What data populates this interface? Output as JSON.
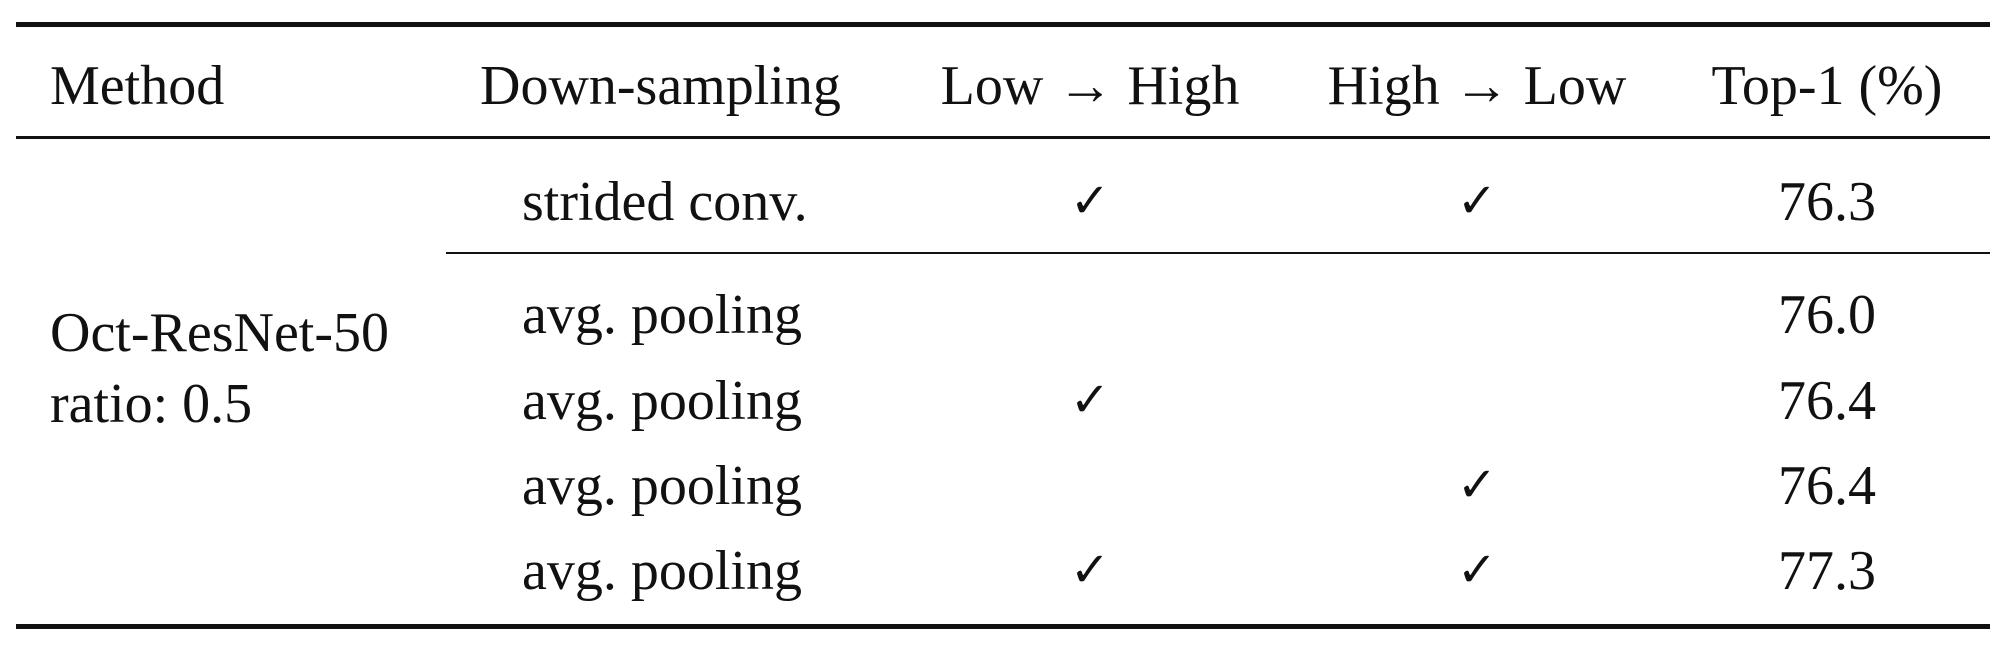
{
  "table": {
    "headers": [
      "Method",
      "Down-sampling",
      "Low → High",
      "High → Low",
      "Top-1 (%)"
    ],
    "method": {
      "line1": "Oct-ResNet-50",
      "line2": "ratio: 0.5"
    },
    "rows": [
      {
        "downsampling": "strided conv.",
        "low_to_high": "✓",
        "high_to_low": "✓",
        "top1": "76.3"
      },
      {
        "downsampling": "avg. pooling",
        "low_to_high": "",
        "high_to_low": "",
        "top1": "76.0"
      },
      {
        "downsampling": "avg. pooling",
        "low_to_high": "✓",
        "high_to_low": "",
        "top1": "76.4"
      },
      {
        "downsampling": "avg. pooling",
        "low_to_high": "",
        "high_to_low": "✓",
        "top1": "76.4"
      },
      {
        "downsampling": "avg. pooling",
        "low_to_high": "✓",
        "high_to_low": "✓",
        "top1": "77.3"
      }
    ]
  }
}
